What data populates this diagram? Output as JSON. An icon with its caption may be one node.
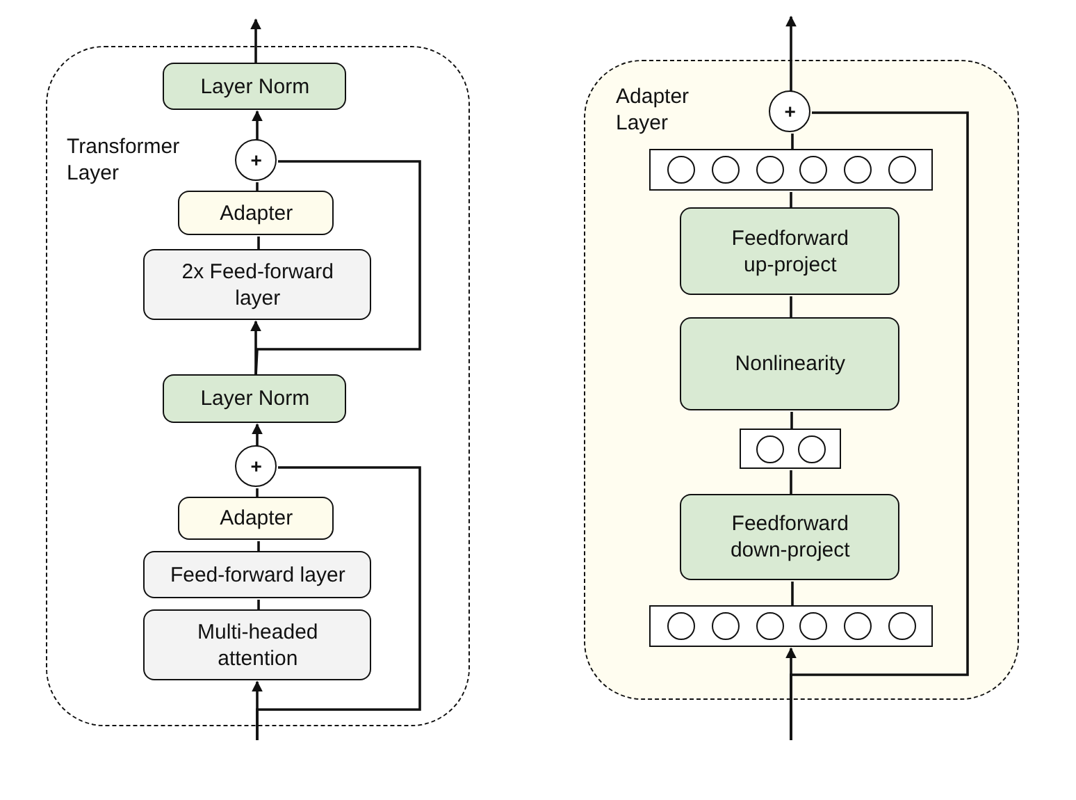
{
  "diagram": {
    "nodes": [
      {
        "text": [
          "Transformer Layer"
        ]
      },
      {
        "text": [
          "Layer Norm"
        ],
        "in": 0
      },
      {
        "text": [
          "+"
        ],
        "in": 0
      },
      {
        "text": [
          "Adapter"
        ],
        "in": 0
      },
      {
        "text": [
          "2x Feed-forward layer"
        ],
        "in": 0
      },
      {
        "text": [
          "Layer Norm"
        ],
        "in": 0
      },
      {
        "text": [
          "+"
        ],
        "in": 0
      },
      {
        "text": [
          "Adapter"
        ],
        "in": 0
      },
      {
        "text": [
          "Feed-forward layer"
        ],
        "in": 0
      },
      {
        "text": [
          "Multi-headed attention"
        ],
        "in": 0
      },
      {
        "text": [
          "Adapter Layer"
        ]
      },
      {
        "text": [
          "+"
        ],
        "in": 10
      },
      {
        "text": [],
        "shape": "bar",
        "in": 10
      },
      {
        "text": [
          "Feedforward up-project"
        ],
        "in": 10
      },
      {
        "text": [
          "Nonlinearity"
        ],
        "in": 10
      },
      {
        "text": [],
        "shape": "bar",
        "in": 10
      },
      {
        "text": [
          "Feedforward down-project"
        ],
        "in": 10
      },
      {
        "text": [],
        "shape": "bar",
        "in": 10
      }
    ],
    "edges": [
      {
        "from": 1,
        "to": null,
        "arrow": "to"
      },
      {
        "from": 2,
        "to": 1,
        "arrow": "to"
      },
      {
        "from": 3,
        "to": 2,
        "arrow": "none"
      },
      {
        "from": 4,
        "to": 3,
        "arrow": "none"
      },
      {
        "from": 5,
        "to": 4,
        "arrow": "to"
      },
      {
        "from": 5,
        "to": 2,
        "arrow": "none"
      },
      {
        "from": 6,
        "to": 5,
        "arrow": "to"
      },
      {
        "from": 7,
        "to": 6,
        "arrow": "none"
      },
      {
        "from": 8,
        "to": 7,
        "arrow": "none"
      },
      {
        "from": 9,
        "to": 8,
        "arrow": "none"
      },
      {
        "from": null,
        "to": 9,
        "arrow": "to"
      },
      {
        "from": null,
        "to": 6,
        "arrow": "none"
      },
      {
        "from": 11,
        "to": null,
        "arrow": "to"
      },
      {
        "from": 12,
        "to": 11,
        "arrow": "none"
      },
      {
        "from": 13,
        "to": 12,
        "arrow": "none"
      },
      {
        "from": 14,
        "to": 13,
        "arrow": "none"
      },
      {
        "from": 15,
        "to": 14,
        "arrow": "none"
      },
      {
        "from": 16,
        "to": 15,
        "arrow": "none"
      },
      {
        "from": 17,
        "to": 16,
        "arrow": "none"
      },
      {
        "from": null,
        "to": 17,
        "arrow": "to"
      },
      {
        "from": null,
        "to": 11,
        "arrow": "none"
      }
    ]
  }
}
